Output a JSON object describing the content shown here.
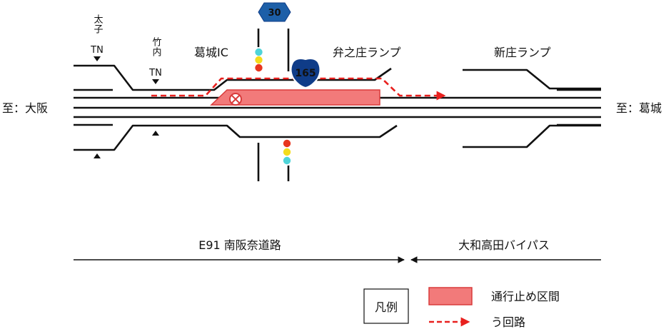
{
  "map": {
    "places": {
      "left": "至：大阪",
      "right": "至：葛城",
      "kuzuragi_ic": "葛城IC",
      "bennosho_ramp": "弁之庄ランプ",
      "shinjo_ramp": "新庄ランプ"
    },
    "tunnels": {
      "taishi_top": "太子",
      "taishi_bottom": "TN",
      "takenouchi_top": "竹内",
      "takenouchi_bottom": "TN"
    },
    "route_shields": {
      "prefectural": "30",
      "national": "165"
    },
    "segments": {
      "left": "E91 南阪奈道路",
      "right": "大和高田バイパス"
    },
    "legend": {
      "title": "凡例",
      "closed_section": "通行止め区間",
      "detour": "う回路"
    },
    "colors": {
      "closure_fill": "#f27a7a",
      "closure_stroke": "#d93b3b",
      "detour": "#e8201e",
      "shield_blue": "#1d5fa8",
      "shield_navy": "#0f3c88"
    }
  }
}
